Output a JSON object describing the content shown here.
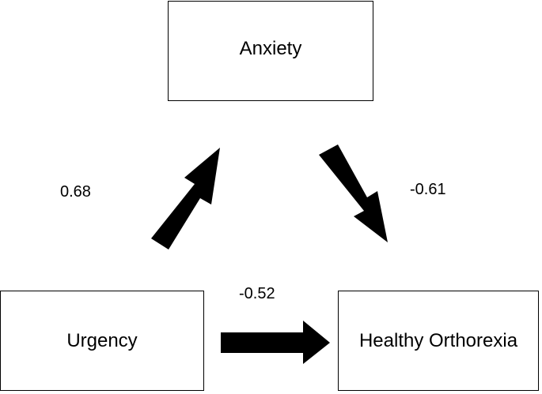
{
  "nodes": {
    "anxiety": "Anxiety",
    "urgency": "Urgency",
    "healthy_orthorexia": "Healthy Orthorexia"
  },
  "paths": {
    "urgency_to_anxiety": "0.68",
    "anxiety_to_healthy_orthorexia": "-0.61",
    "urgency_to_healthy_orthorexia": "-0.52"
  },
  "colors": {
    "stroke": "#000000",
    "background": "#ffffff"
  }
}
